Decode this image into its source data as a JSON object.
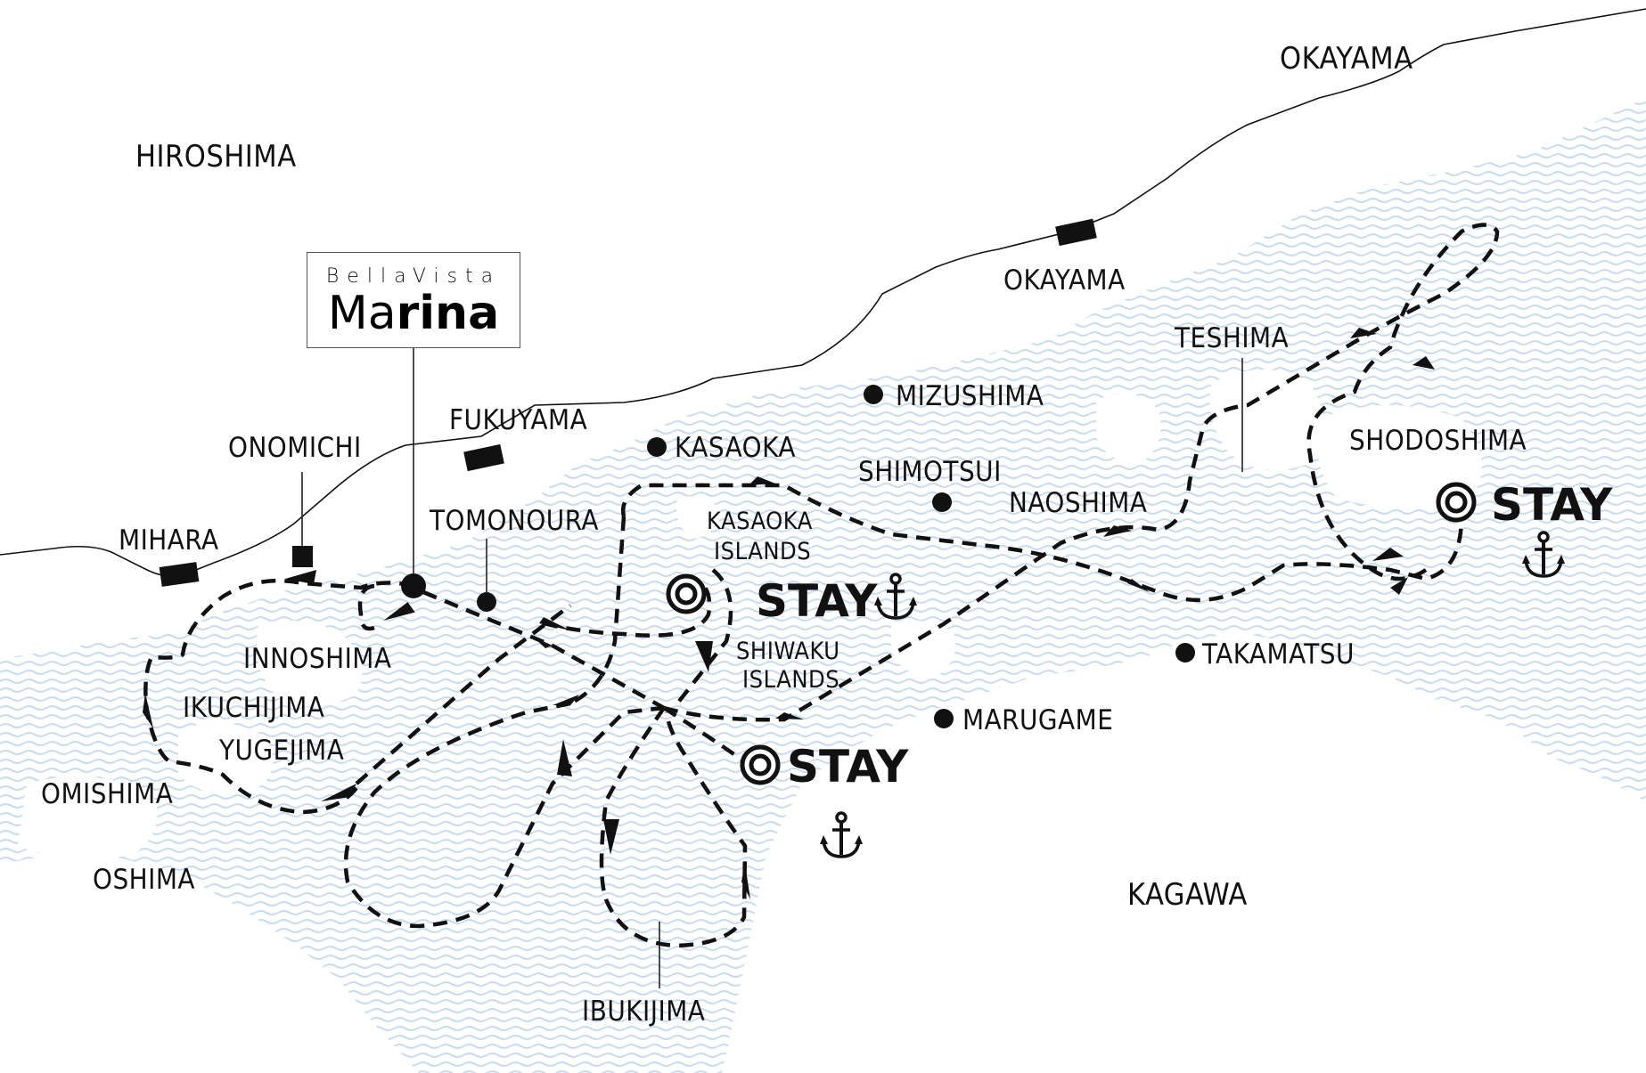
{
  "colors": {
    "land": "#ffffff",
    "sea_wave": "#c9dcef",
    "ink": "#111111"
  },
  "logo": {
    "line1": "BellaVista",
    "line2_light": "Ma",
    "line2_bold": "rina"
  },
  "regions": {
    "hiroshima": "HIROSHIMA",
    "okayama": "OKAYAMA",
    "kagawa": "KAGAWA"
  },
  "stations": {
    "mihara": "MIHARA",
    "onomichi": "ONOMICHI",
    "fukuyama": "FUKUYAMA",
    "okayama": "OKAYAMA"
  },
  "places": {
    "tomonoura": "TOMONOURA",
    "kasaoka": "KASAOKA",
    "mizushima": "MIZUSHIMA",
    "shimotsui": "SHIMOTSUI",
    "naoshima": "NAOSHIMA",
    "teshima": "TESHIMA",
    "shodoshima": "SHODOSHIMA",
    "takamatsu": "TAKAMATSU",
    "marugame": "MARUGAME",
    "kasaoka_islands_1": "KASAOKA",
    "kasaoka_islands_2": "ISLANDS",
    "shiwaku_islands_1": "SHIWAKU",
    "shiwaku_islands_2": "ISLANDS",
    "innoshima": "INNOSHIMA",
    "ikuchijima": "IKUCHIJIMA",
    "yugejima": "YUGEJIMA",
    "omishima": "OMISHIMA",
    "oshima": "OSHIMA",
    "ibukijima": "IBUKIJIMA"
  },
  "stays": [
    {
      "label": "STAY",
      "icon": "anchor-icon"
    },
    {
      "label": "STAY",
      "icon": "anchor-icon"
    },
    {
      "label": "STAY",
      "icon": "anchor-icon"
    }
  ]
}
